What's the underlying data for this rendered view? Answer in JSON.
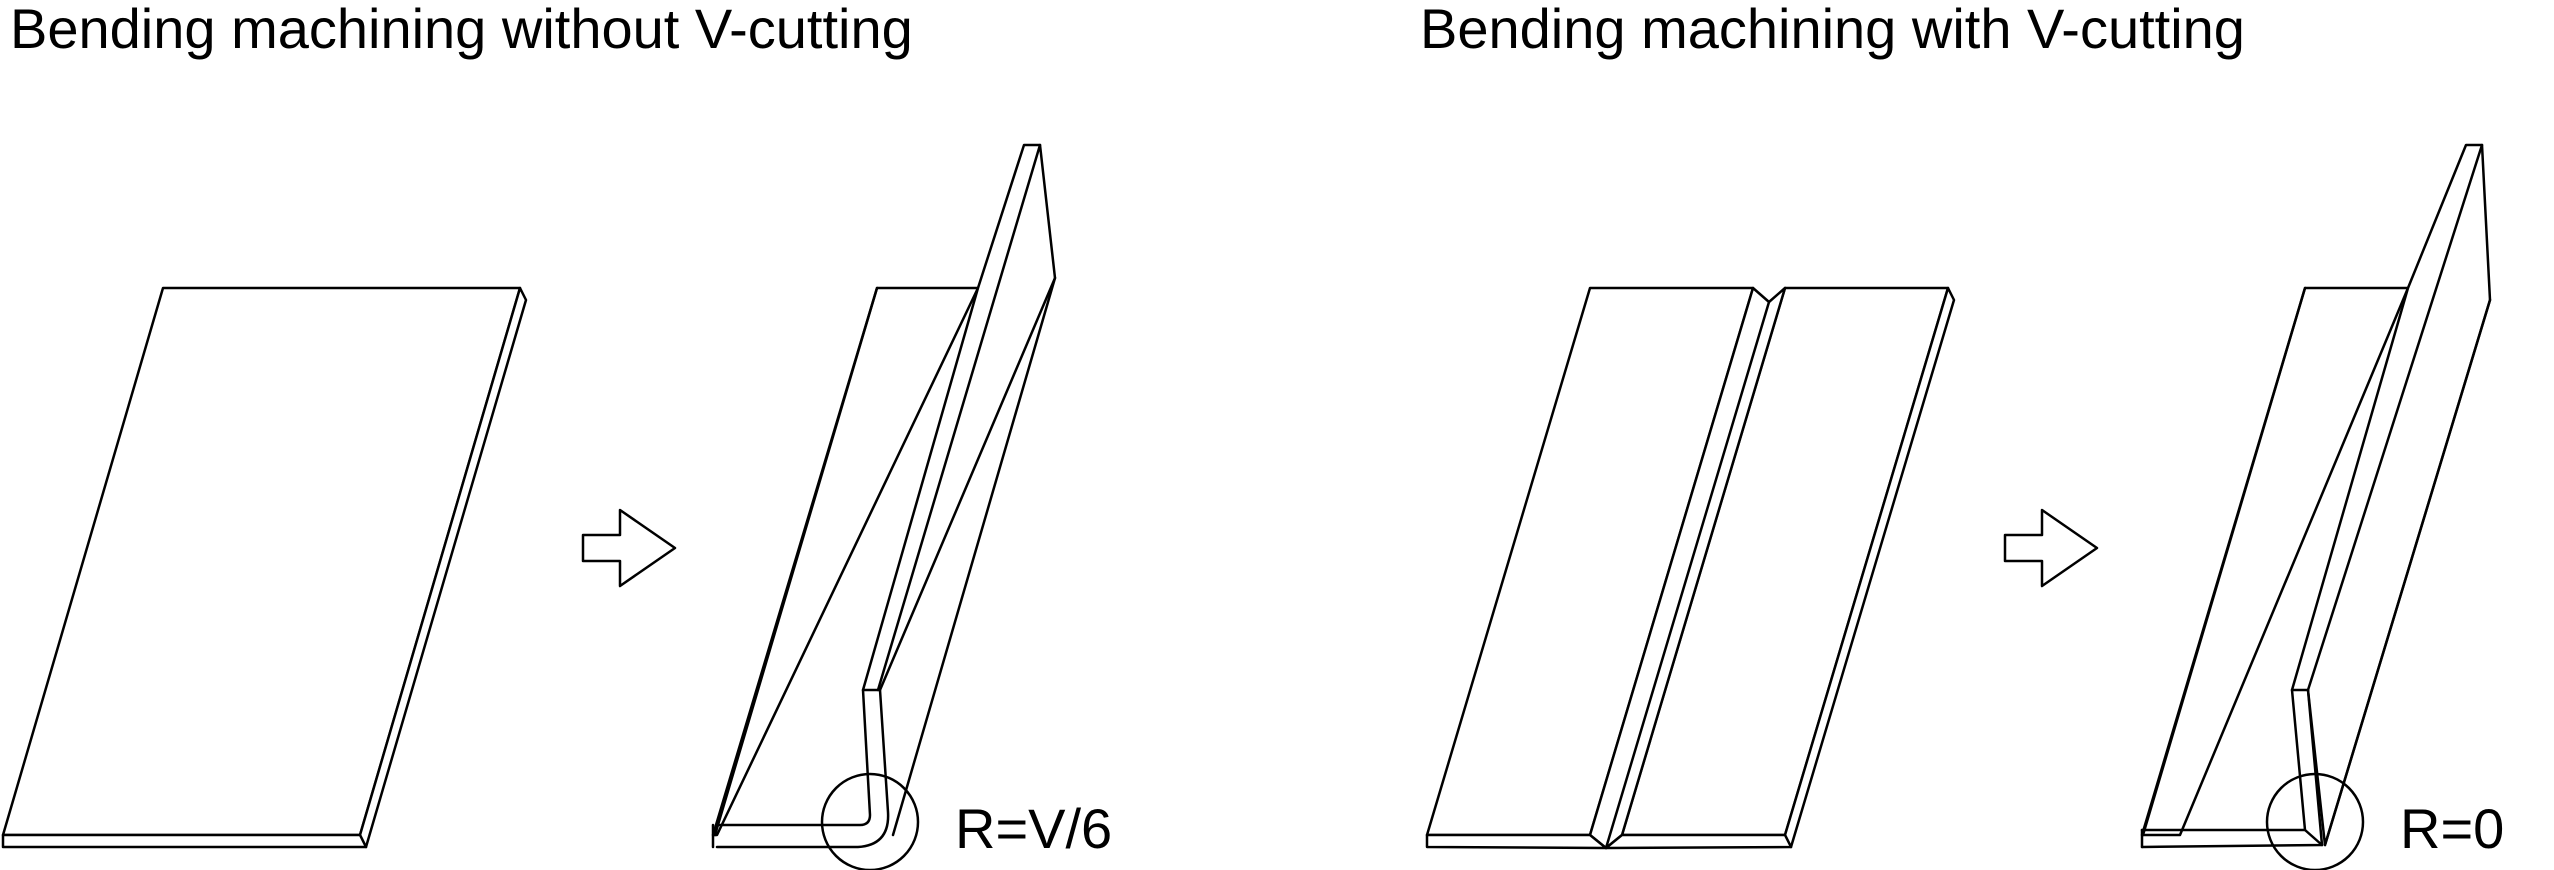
{
  "panels": [
    {
      "title": "Bending machining without V-cutting",
      "radius_label": "R=V/6"
    },
    {
      "title": "Bending machining with V-cutting",
      "radius_label": "R=0"
    }
  ],
  "colors": {
    "line": "#000000",
    "background": "#ffffff"
  },
  "icons": {
    "step_arrow": "right-arrow-icon",
    "bend_highlight": "circle-highlight"
  }
}
